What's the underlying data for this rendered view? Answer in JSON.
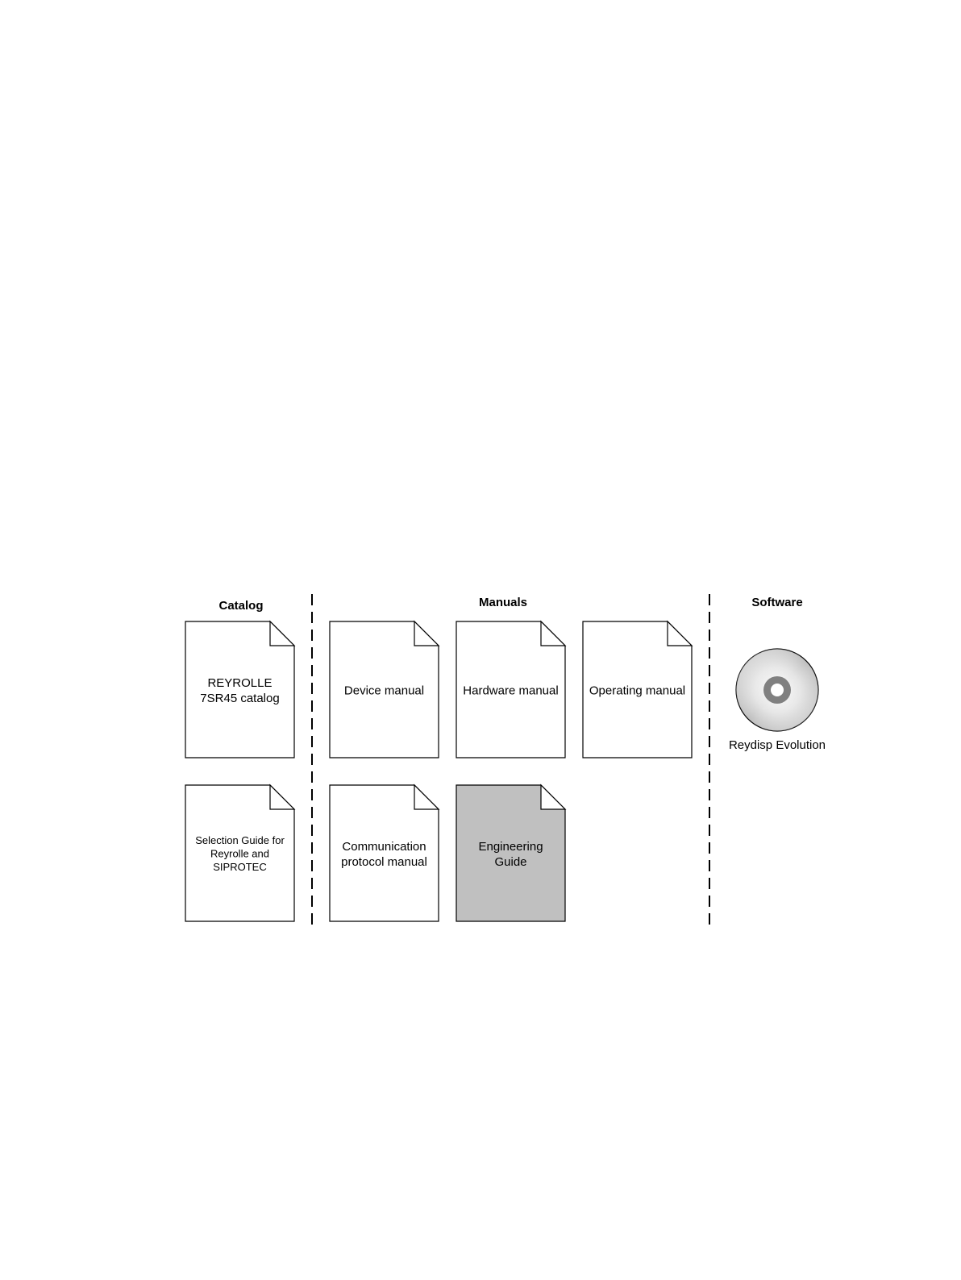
{
  "sections": {
    "catalog": "Catalog",
    "manuals": "Manuals",
    "software": "Software"
  },
  "documents": [
    {
      "id": "reyrolle-catalog",
      "lines": [
        "REYROLLE",
        "7SR45 catalog"
      ],
      "highlighted": false
    },
    {
      "id": "device-manual",
      "lines": [
        "Device manual"
      ],
      "highlighted": false
    },
    {
      "id": "hardware-manual",
      "lines": [
        "Hardware manual"
      ],
      "highlighted": false
    },
    {
      "id": "operating-manual",
      "lines": [
        "Operating manual"
      ],
      "highlighted": false
    },
    {
      "id": "selection-guide",
      "lines": [
        "Selection Guide for",
        "Reyrolle and",
        "SIPROTEC"
      ],
      "highlighted": false
    },
    {
      "id": "communication-protocol-manual",
      "lines": [
        "Communication",
        "protocol manual"
      ],
      "highlighted": false
    },
    {
      "id": "engineering-guide",
      "lines": [
        "Engineering",
        "Guide"
      ],
      "highlighted": true
    }
  ],
  "software_item": {
    "label": "Reydisp Evolution",
    "icon": "cd-disc-icon"
  },
  "colors": {
    "highlight_fill": "#c0c0c0",
    "line": "#000000",
    "cd_ring": "#808080"
  }
}
